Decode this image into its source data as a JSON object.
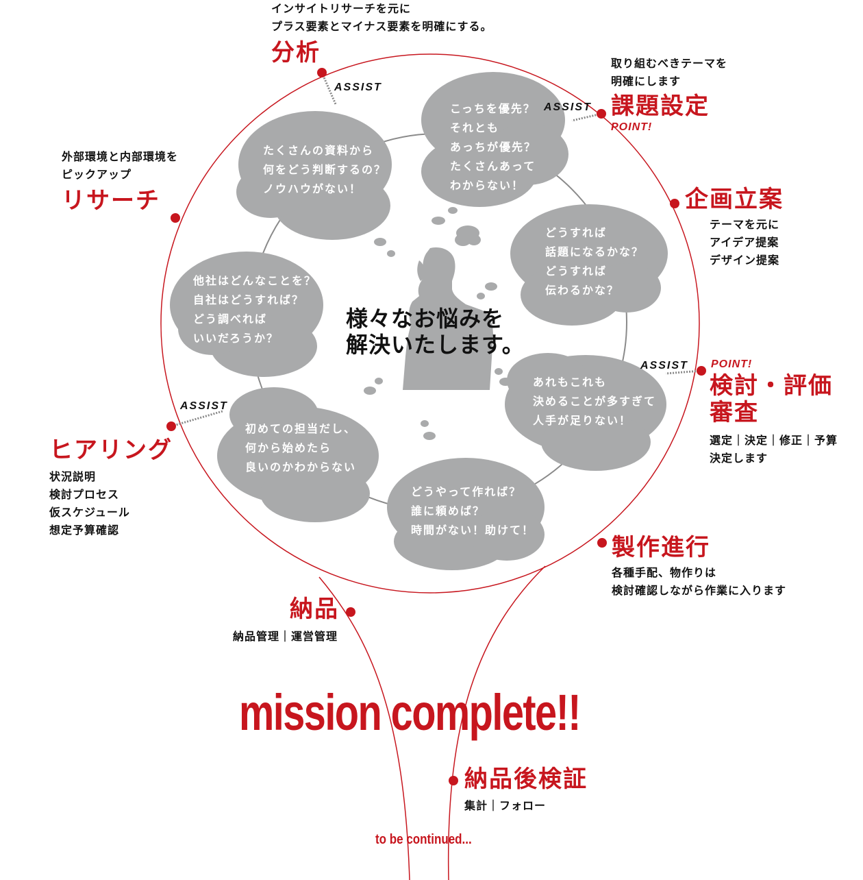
{
  "center_message": [
    "様々なお悩みを",
    "解決いたします。"
  ],
  "stages": [
    {
      "key": "bunseki",
      "title": "分析",
      "desc": [
        "インサイトリサーチを元に",
        "プラス要素とマイナス要素を明確にする。"
      ]
    },
    {
      "key": "kadai",
      "title": "課題設定",
      "desc": [
        "取り組むべきテーマを",
        "明確にします"
      ],
      "point": "POINT!"
    },
    {
      "key": "kikaku",
      "title": "企画立案",
      "desc": [
        "テーマを元に",
        "アイデア提案",
        "デザイン提案"
      ]
    },
    {
      "key": "kentou",
      "title_lines": [
        "検討・評価",
        "審査"
      ],
      "desc": [
        "選定｜決定｜修正｜予算",
        "決定します"
      ],
      "point": "POINT!"
    },
    {
      "key": "seisaku",
      "title": "製作進行",
      "desc": [
        "各種手配、物作りは",
        "検討確認しながら作業に入ります"
      ]
    },
    {
      "key": "nouhin",
      "title": "納品",
      "desc": [
        "納品管理｜運営管理"
      ]
    },
    {
      "key": "hearing",
      "title": "ヒアリング",
      "desc": [
        "状況説明",
        "検討プロセス",
        "仮スケジュール",
        "想定予算確認"
      ]
    },
    {
      "key": "research",
      "title": "リサーチ",
      "desc": [
        "外部環境と内部環境を",
        "ピックアップ"
      ]
    },
    {
      "key": "kensho",
      "title": "納品後検証",
      "desc": [
        "集計｜フォロー"
      ]
    }
  ],
  "assist_label": "ASSIST",
  "bubbles": [
    {
      "key": "material",
      "lines": [
        "たくさんの資料から",
        "何をどう判断するの？",
        "ノウハウがない！"
      ]
    },
    {
      "key": "priority",
      "lines": [
        "こっちを優先？",
        "それとも",
        "あっちが優先？",
        "たくさんあって",
        "わからない！"
      ]
    },
    {
      "key": "topic",
      "lines": [
        "どうすれば",
        "話題になるかな？",
        "どうすれば",
        "伝わるかな？"
      ]
    },
    {
      "key": "decide",
      "lines": [
        "あれもこれも",
        "決めることが多すぎて",
        "人手が足りない！"
      ]
    },
    {
      "key": "make",
      "lines": [
        "どうやって作れば？",
        "誰に頼めば？",
        "時間がない！助けて！"
      ]
    },
    {
      "key": "first",
      "lines": [
        "初めての担当だし、",
        "何から始めたら",
        "良いのかわからない"
      ]
    },
    {
      "key": "others",
      "lines": [
        "他社はどんなことを？",
        "自社はどうすれば？",
        "どう調べれば",
        "いいだろうか？"
      ]
    }
  ],
  "mission": "mission complete!!",
  "continued": "to be continued...",
  "colors": {
    "accent": "#c7161e",
    "bubble": "#a9aaab",
    "silhouette": "#a9aaab",
    "ink": "#111111"
  }
}
